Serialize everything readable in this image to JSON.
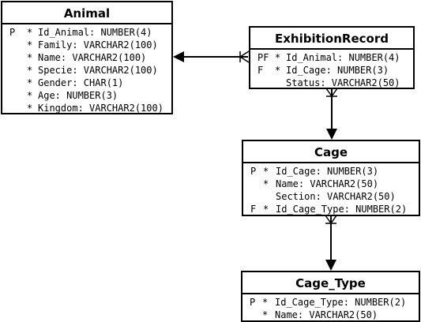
{
  "entities": {
    "animal": {
      "title": "Animal",
      "attributes": [
        {
          "key": "P",
          "req": "*",
          "text": "Id_Animal: NUMBER(4)"
        },
        {
          "key": "",
          "req": "*",
          "text": "Family: VARCHAR2(100)"
        },
        {
          "key": "",
          "req": "*",
          "text": "Name: VARCHAR2(100)"
        },
        {
          "key": "",
          "req": "*",
          "text": "Specie: VARCHAR2(100)"
        },
        {
          "key": "",
          "req": "*",
          "text": "Gender: CHAR(1)"
        },
        {
          "key": "",
          "req": "*",
          "text": "Age: NUMBER(3)"
        },
        {
          "key": "",
          "req": "*",
          "text": "Kingdom: VARCHAR2(100)"
        }
      ]
    },
    "exhibition_record": {
      "title": "ExhibitionRecord",
      "attributes": [
        {
          "key": "PF",
          "req": "*",
          "text": "Id_Animal: NUMBER(4)"
        },
        {
          "key": "F",
          "req": "*",
          "text": "Id_Cage: NUMBER(3)"
        },
        {
          "key": "",
          "req": "",
          "text": "Status: VARCHAR2(50)"
        }
      ]
    },
    "cage": {
      "title": "Cage",
      "attributes": [
        {
          "key": "P",
          "req": "*",
          "text": "Id_Cage: NUMBER(3)"
        },
        {
          "key": "",
          "req": "*",
          "text": "Name: VARCHAR2(50)"
        },
        {
          "key": "",
          "req": "",
          "text": "Section: VARCHAR2(50)"
        },
        {
          "key": "F",
          "req": "*",
          "text": "Id_Cage_Type: NUMBER(2)"
        }
      ]
    },
    "cage_type": {
      "title": "Cage_Type",
      "attributes": [
        {
          "key": "P",
          "req": "*",
          "text": "Id_Cage_Type: NUMBER(2)"
        },
        {
          "key": "",
          "req": "*",
          "text": "Name: VARCHAR2(50)"
        }
      ]
    }
  }
}
